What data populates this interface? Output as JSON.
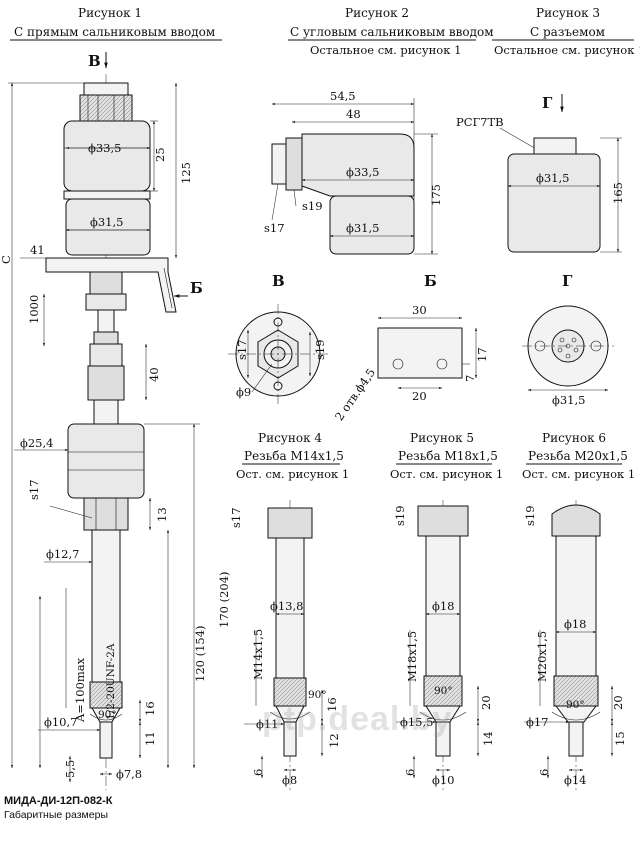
{
  "fig1": {
    "title": "Рисунок 1",
    "subtitle": "С прямым сальниковым вводом",
    "view": "В"
  },
  "fig2": {
    "title": "Рисунок 2",
    "subtitle": "С угловым сальниковым вводом",
    "note": "Остальное см. рисунок 1"
  },
  "fig3": {
    "title": "Рисунок 3",
    "subtitle": "С разъемом",
    "note": "Остальное см. рисунок 1",
    "view": "Г",
    "connector": "РСГ7ТВ"
  },
  "fig4": {
    "title": "Рисунок 4",
    "subtitle": "Резьба М14х1,5",
    "note": "Ост. см. рисунок 1"
  },
  "fig5": {
    "title": "Рисунок 5",
    "subtitle": "Резьба М18х1,5",
    "note": "Ост. см. рисунок 1"
  },
  "fig6": {
    "title": "Рисунок 6",
    "subtitle": "Резьба М20х1,5",
    "note": "Ост. см. рисунок 1"
  },
  "views": {
    "v": "В",
    "b": "Б",
    "g": "Г"
  },
  "dims1": {
    "d335": "ϕ33,5",
    "d315": "ϕ31,5",
    "d25": "25",
    "d125": "125",
    "c": "С",
    "d41": "41",
    "b": "Б",
    "d1000": "1000",
    "d40": "40",
    "d254": "ϕ25,4",
    "s17": "s17",
    "d13": "13",
    "d127": "ϕ12,7",
    "d170": "170 (204)",
    "d120": "120 (154)",
    "unf": "1/2-20UNF-2A",
    "amax": "A=100max",
    "a90": "90°",
    "d16": "16",
    "d107": "ϕ10,7",
    "d11": "11",
    "d55": "5,5",
    "d78": "ϕ7,8"
  },
  "dims2": {
    "d545": "54,5",
    "d48": "48",
    "d335": "ϕ33,5",
    "d175": "175",
    "s19": "s19",
    "s17": "s17",
    "d315": "ϕ31,5"
  },
  "dims3": {
    "d315": "ϕ31,5",
    "d165": "165"
  },
  "dimsV": {
    "s17": "s17",
    "s19": "s19",
    "d9": "ϕ9"
  },
  "dimsB": {
    "d30": "30",
    "d17": "17",
    "d7": "7",
    "d20": "20",
    "holes": "2 отв.ϕ4,5"
  },
  "dimsG": {
    "d315": "ϕ31,5"
  },
  "dims4": {
    "s17": "s17",
    "d138": "ϕ13,8",
    "thread": "М14х1,5",
    "a90": "90°",
    "d16": "16",
    "d11": "ϕ11",
    "d12": "12",
    "d6": "6",
    "d8": "ϕ8"
  },
  "dims5": {
    "s19": "s19",
    "d18": "ϕ18",
    "thread": "М18х1,5",
    "a90": "90°",
    "d20": "20",
    "d155": "ϕ15,5",
    "d14": "14",
    "d6": "6",
    "d10": "ϕ10"
  },
  "dims6": {
    "s19": "s19",
    "d18": "ϕ18",
    "thread": "М20х1,5",
    "a90": "90°",
    "d20": "20",
    "d17": "ϕ17",
    "d15": "15",
    "d6": "6",
    "d14": "ϕ14"
  },
  "footer": {
    "model": "МИДА-ДИ-12П-082-К",
    "caption": "Габаритные размеры"
  },
  "watermark": "ptp.deal.by"
}
